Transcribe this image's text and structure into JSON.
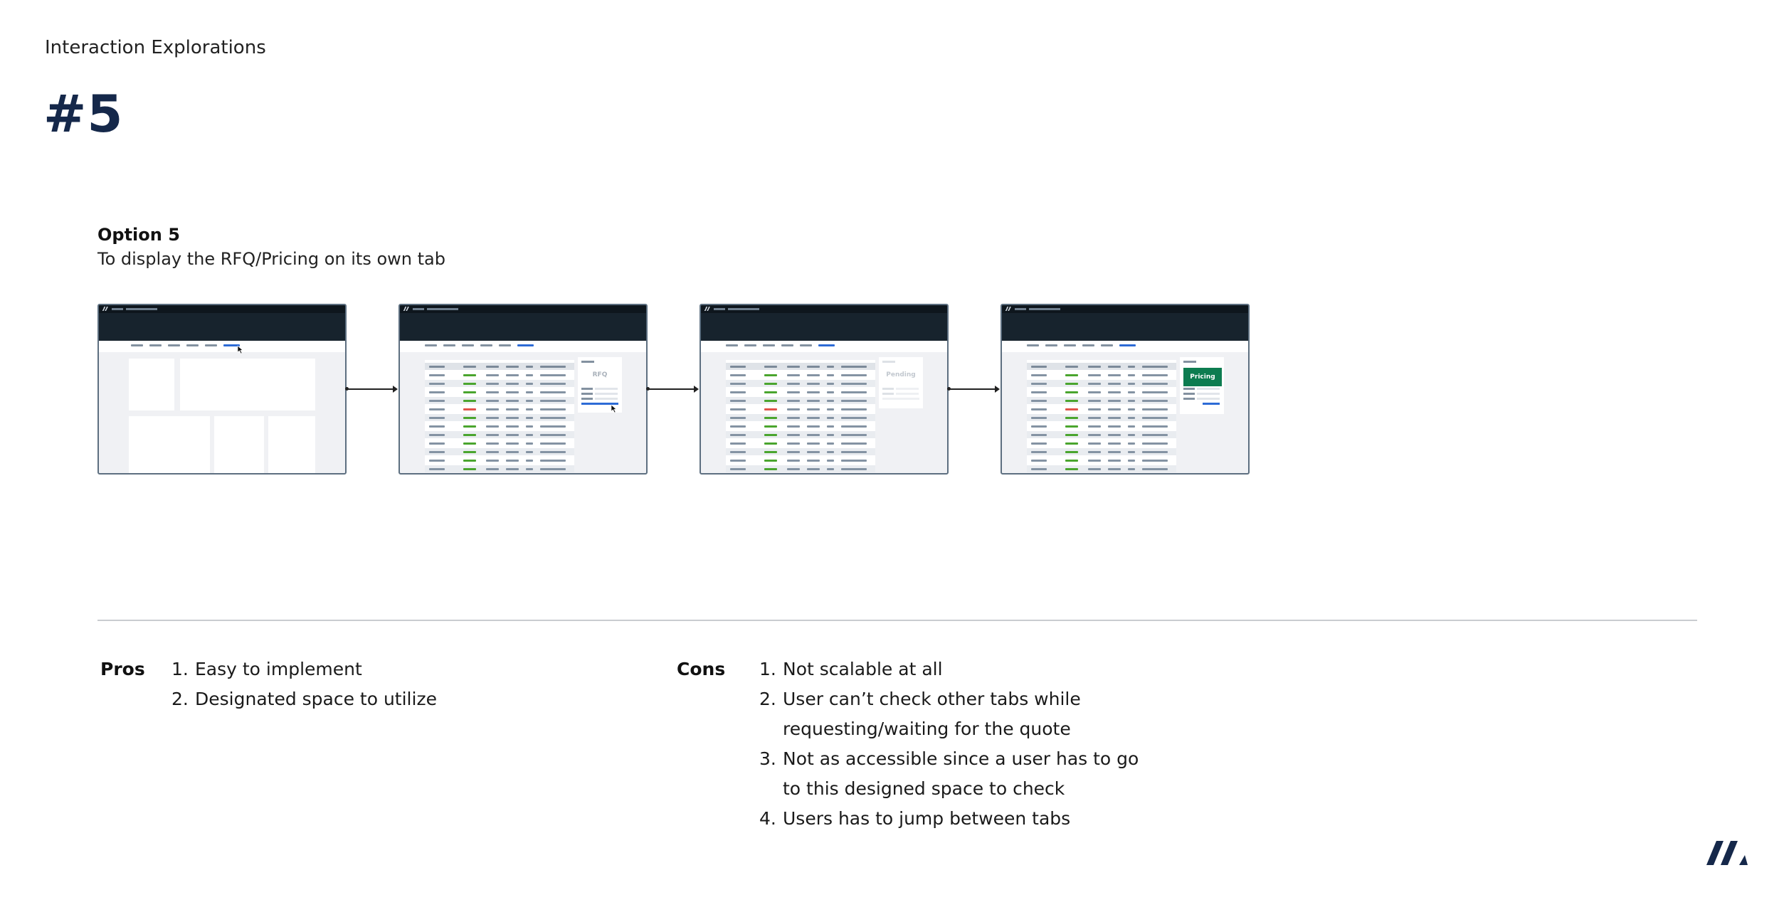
{
  "header": {
    "eyebrow": "Interaction Explorations",
    "number": "#5"
  },
  "option": {
    "title": "Option 5",
    "subtitle": "To display the RFQ/Pricing on its own tab"
  },
  "frames": {
    "frame2_panel_label": "RFQ",
    "frame3_panel_label": "Pending",
    "frame4_button_label": "Pricing"
  },
  "pros": {
    "label": "Pros",
    "items": [
      "Easy to implement",
      "Designated space to utilize"
    ]
  },
  "cons": {
    "label": "Cons",
    "items": [
      "Not scalable at all",
      "User can’t check other tabs while requesting/waiting for the quote",
      "Not as accessible since a user has to go to this designed space to check",
      "Users has to jump between tabs"
    ]
  },
  "colors": {
    "heading_navy": "#15284a",
    "frame_header": "#17232d",
    "active_tab": "#2d6bd6",
    "pricing_green": "#0d7c50",
    "status_green": "#4aa52e",
    "status_red": "#e0534a"
  },
  "icons": {
    "brand": "double-slash-logo-icon",
    "cursor": "mouse-pointer-icon"
  }
}
